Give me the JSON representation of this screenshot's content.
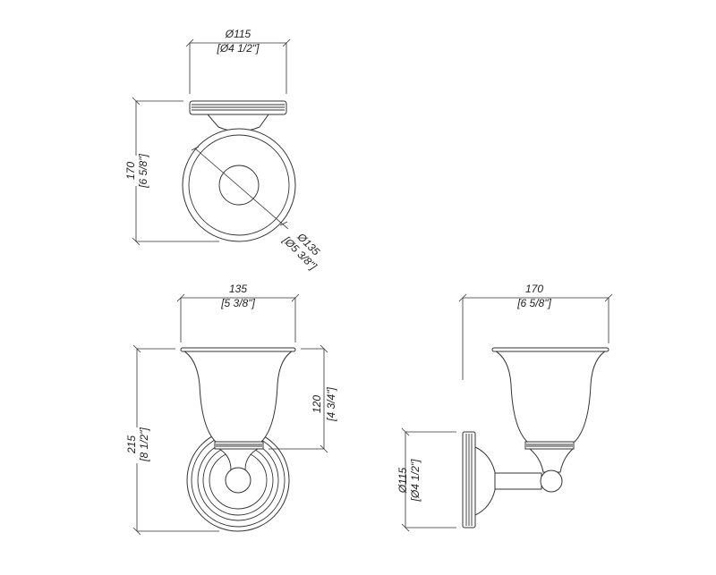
{
  "top_view": {
    "width_mm": "Ø115",
    "width_in": "[Ø4 1/2\"]",
    "height_mm": "170",
    "height_in": "[6 5/8\"]",
    "diameter_mm": "Ø135",
    "diameter_in": "[Ø5 3/8\"]"
  },
  "front_view": {
    "width_mm": "135",
    "width_in": "[5 3/8\"]",
    "height_mm": "215",
    "height_in": "[8 1/2\"]",
    "shade_mm": "120",
    "shade_in": "[4 3/4\"]"
  },
  "side_view": {
    "depth_mm": "170",
    "depth_in": "[6 5/8\"]",
    "plate_mm": "Ø115",
    "plate_in": "[Ø4 1/2\"]"
  }
}
